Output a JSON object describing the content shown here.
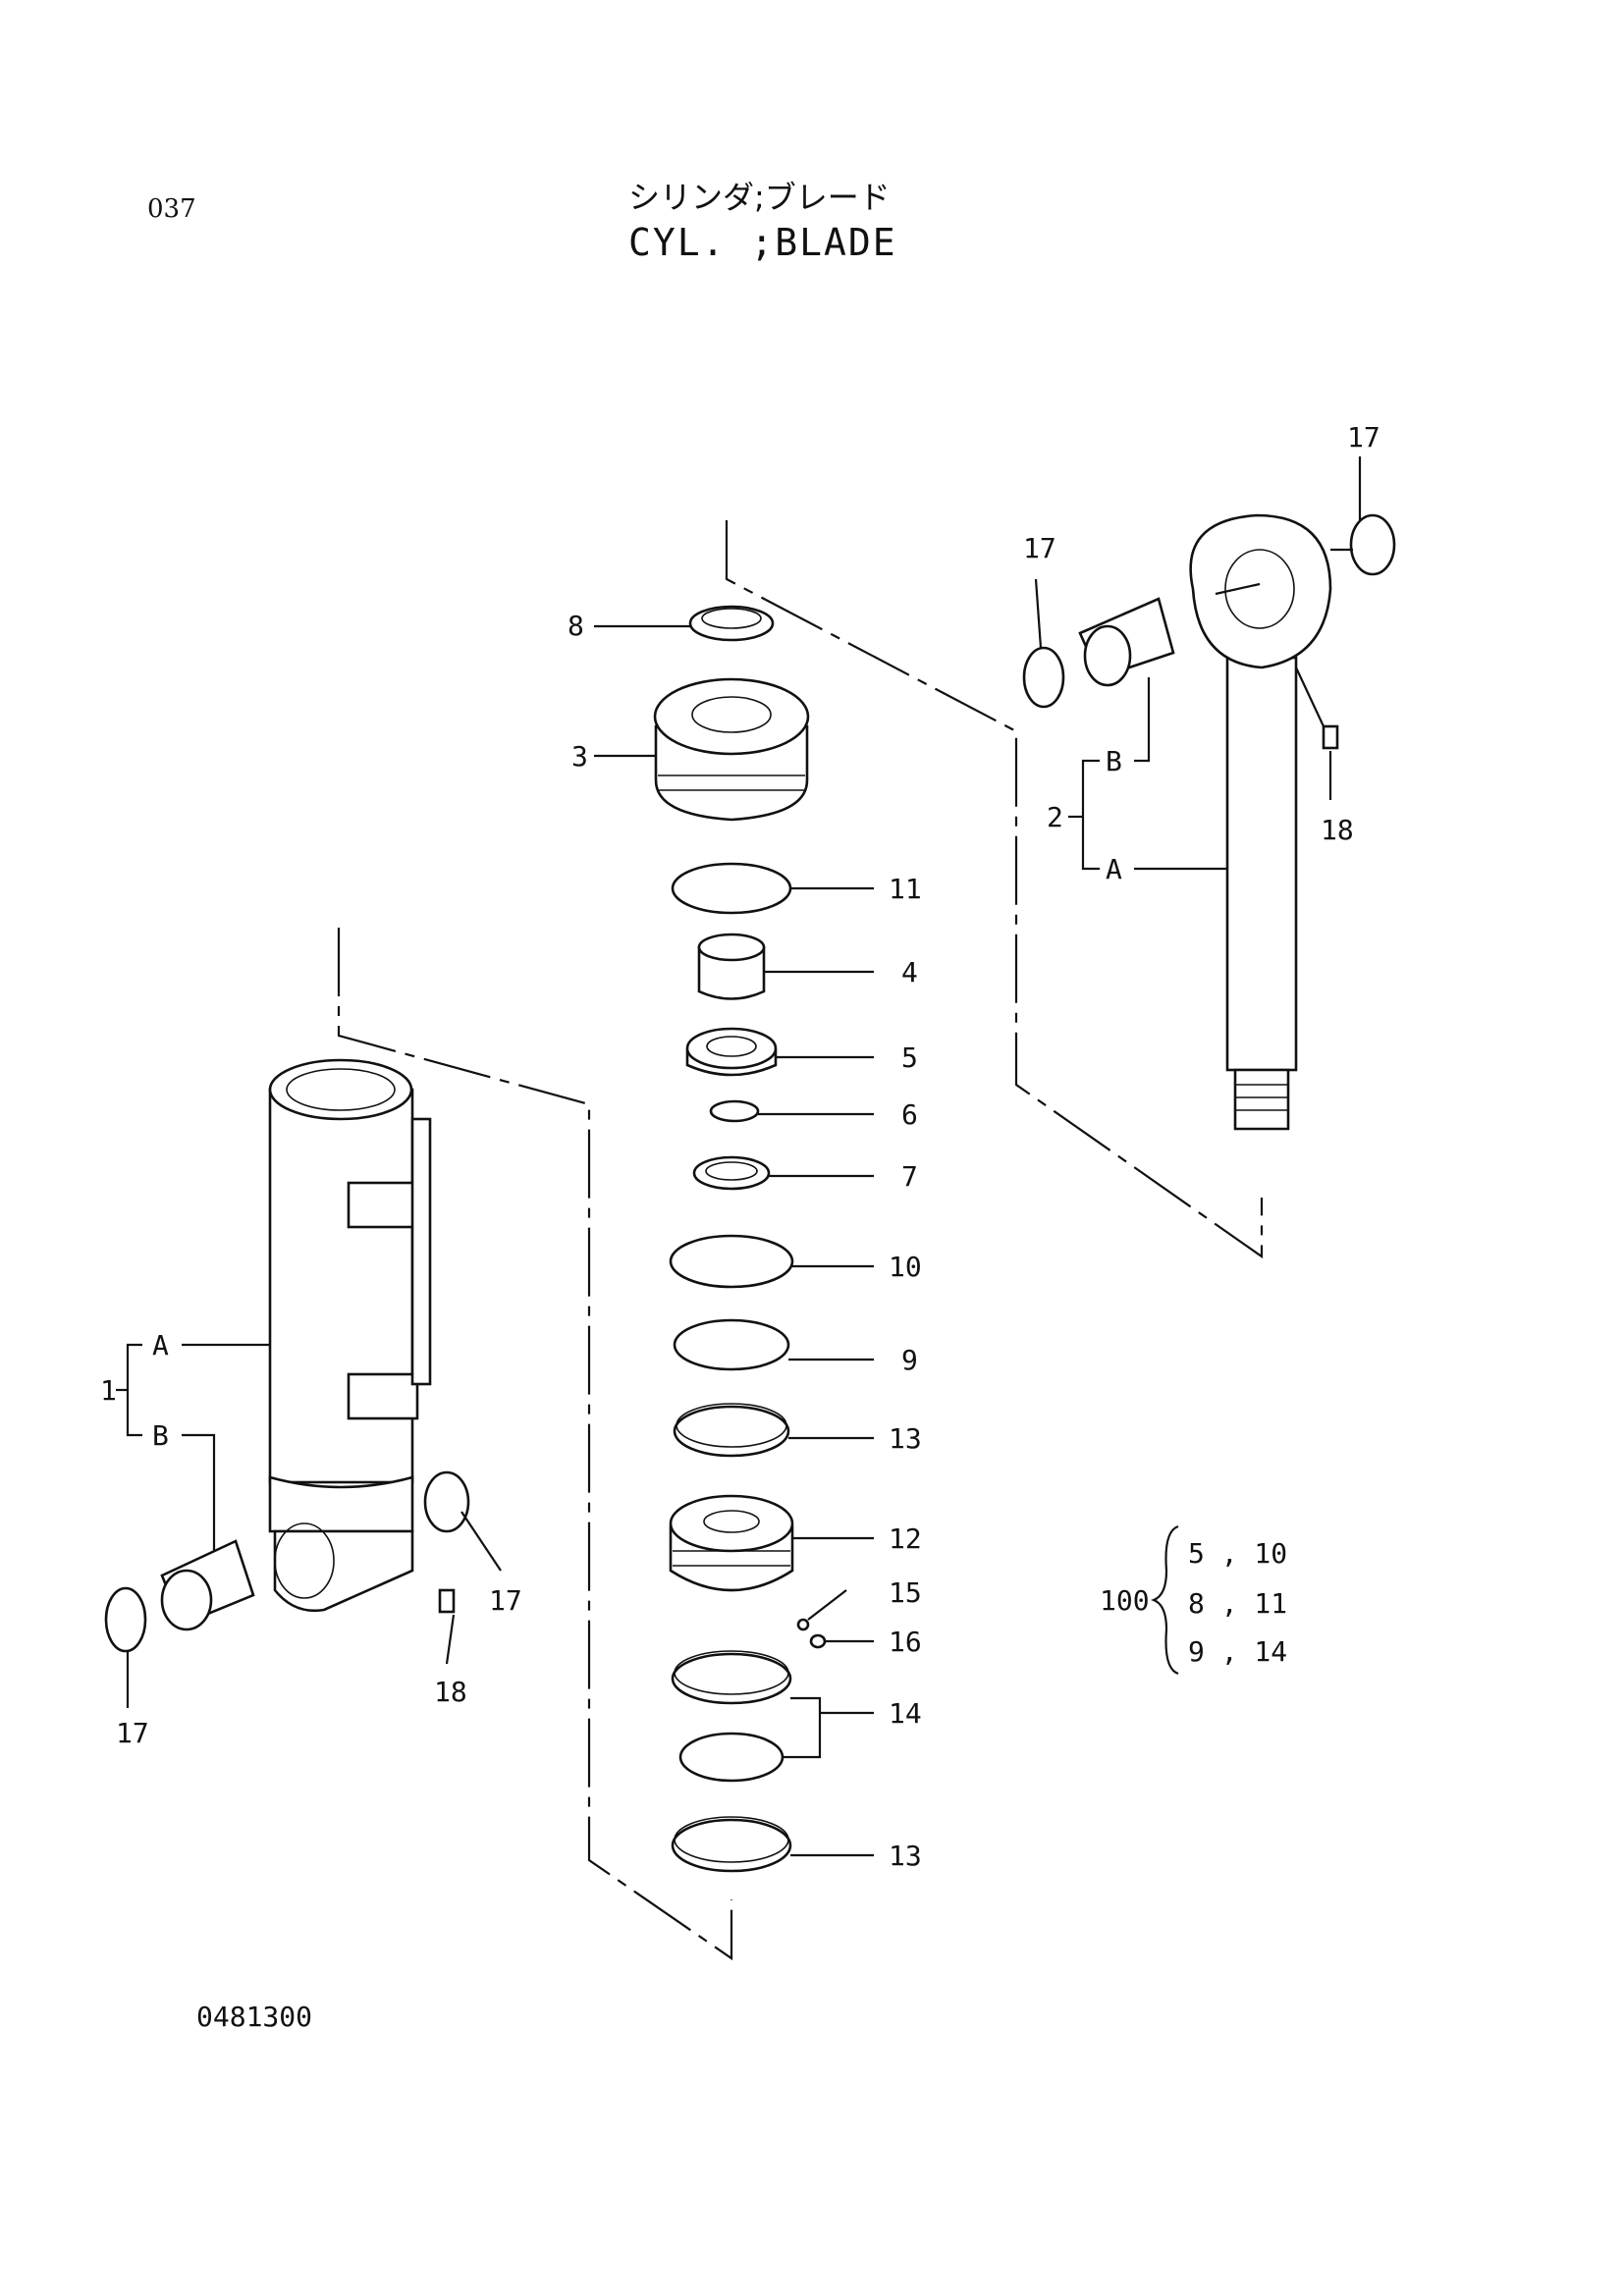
{
  "page_number": "037",
  "title_jp": "シリンダ;ブレード",
  "title_en": "CYL. ;BLADE",
  "drawing_number": "0481300",
  "callouts": {
    "c8": "8",
    "c3": "3",
    "c11": "11",
    "c4": "4",
    "c5": "5",
    "c6": "6",
    "c7": "7",
    "c10": "10",
    "c9": "9",
    "c13a": "13",
    "c12": "12",
    "c15": "15",
    "c16": "16",
    "c14": "14",
    "c13b": "13",
    "rod_17_top": "17",
    "rod_17_left": "17",
    "rod_18": "18",
    "rod_2": "2",
    "rod_B": "B",
    "rod_A": "A",
    "tube_1": "1",
    "tube_A": "A",
    "tube_B": "B",
    "tube_17_right": "17",
    "tube_17_left": "17",
    "tube_18": "18"
  },
  "kit": {
    "number": "100",
    "rows": [
      "5 , 10",
      "8 , 11",
      "9 , 14"
    ]
  }
}
